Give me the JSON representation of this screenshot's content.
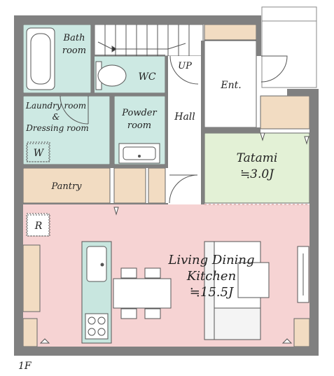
{
  "floor_label": "1F",
  "rooms": {
    "bath": {
      "line1": "Bath",
      "line2": "room"
    },
    "wc": {
      "label": "WC"
    },
    "up": {
      "label": "UP"
    },
    "entrance": {
      "label": "Ent."
    },
    "laundry": {
      "line1": "Laundry room",
      "line2": "&",
      "line3": "Dressing room"
    },
    "powder": {
      "line1": "Powder",
      "line2": "room"
    },
    "hall": {
      "label": "Hall"
    },
    "tatami": {
      "line1": "Tatami",
      "line2": "≒3.0J"
    },
    "pantry": {
      "label": "Pantry"
    },
    "ldk": {
      "line1": "Living Dining",
      "line2": "Kitchen",
      "line3": "≒15.5J"
    }
  },
  "markers": {
    "w": "W",
    "r": "R"
  },
  "colors": {
    "wall": "#808080",
    "wet_area": "#cde9e3",
    "storage": "#f2dcc2",
    "tatami": "#e3f1d6",
    "ldk": "#f6d3d3",
    "kitchen_counter": "#c8e6df",
    "furniture": "#f4f4f4"
  }
}
